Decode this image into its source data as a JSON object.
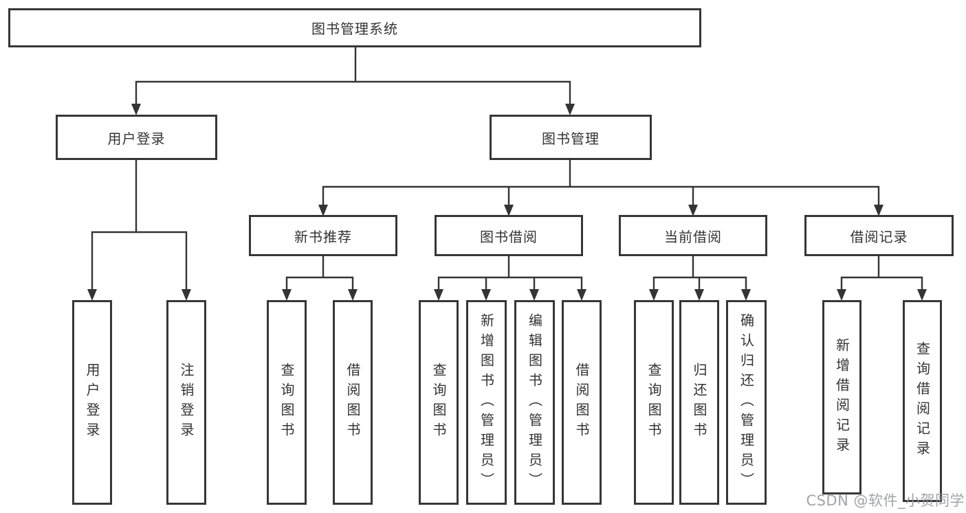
{
  "diagram": {
    "title": "图书管理系统",
    "colors": {
      "line": "#343434",
      "box_border": "#363636",
      "text": "#333333",
      "background": "#ffffff",
      "watermark": "#98999e"
    },
    "tree": {
      "root": {
        "label": "图书管理系统",
        "children": [
          {
            "label": "用户登录",
            "children": [
              {
                "label": "用户登录"
              },
              {
                "label": "注销登录"
              }
            ]
          },
          {
            "label": "图书管理",
            "children": [
              {
                "label": "新书推荐",
                "children": [
                  {
                    "label": "查询图书"
                  },
                  {
                    "label": "借阅图书"
                  }
                ]
              },
              {
                "label": "图书借阅",
                "children": [
                  {
                    "label": "查询图书"
                  },
                  {
                    "label": "新增图书（管理员）"
                  },
                  {
                    "label": "编辑图书（管理员）"
                  },
                  {
                    "label": "借阅图书"
                  }
                ]
              },
              {
                "label": "当前借阅",
                "children": [
                  {
                    "label": "查询图书"
                  },
                  {
                    "label": "归还图书"
                  },
                  {
                    "label": "确认归还（管理员）"
                  }
                ]
              },
              {
                "label": "借阅记录",
                "children": [
                  {
                    "label": "新增借阅记录"
                  },
                  {
                    "label": "查询借阅记录"
                  }
                ]
              }
            ]
          }
        ]
      }
    }
  },
  "watermark": {
    "text": "CSDN @软件_小贺同学"
  }
}
